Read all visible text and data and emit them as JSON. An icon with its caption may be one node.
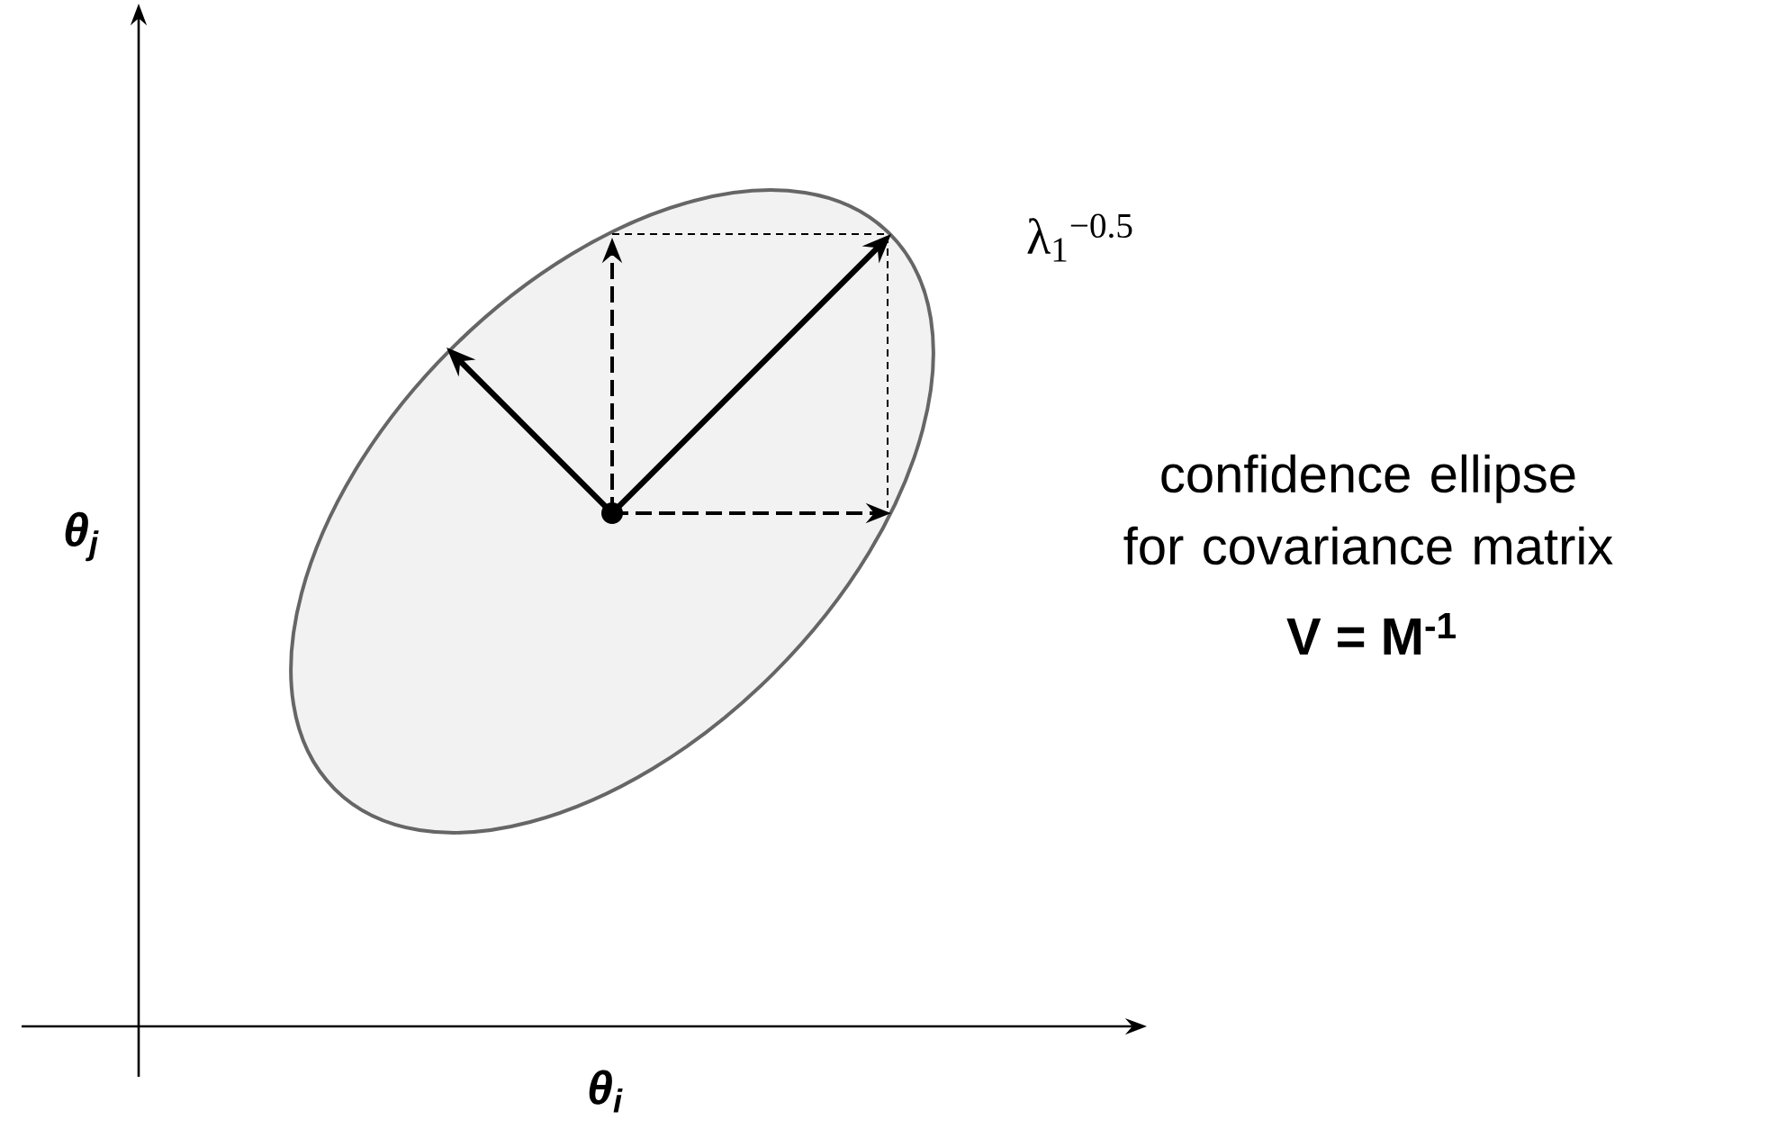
{
  "diagram": {
    "labels": [
      "θ$_{j}$",
      "θ$_{i}$",
      "λ$_{1}$$^{−0.5}$",
      "confidence ellipse for covariance matrix",
      "V = M$^{-1}$"
    ]
  }
}
